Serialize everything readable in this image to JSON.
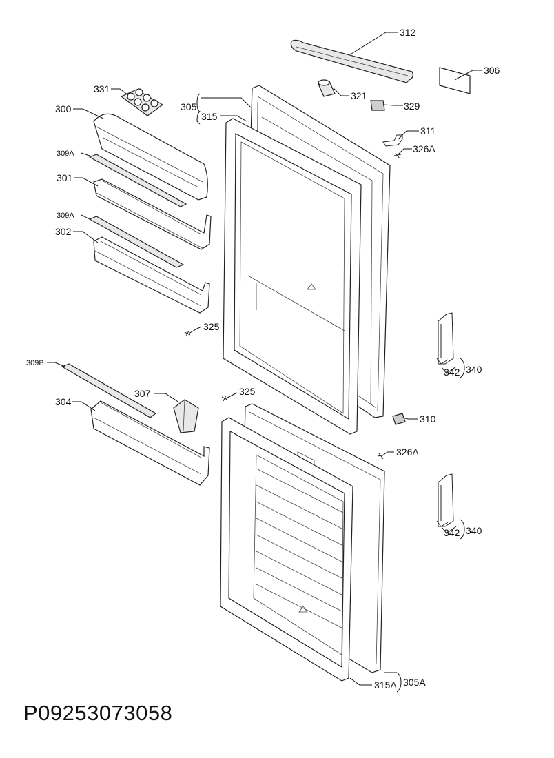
{
  "document_code": "P09253073058",
  "parts": {
    "p312": "312",
    "p306": "306",
    "p321": "321",
    "p329": "329",
    "p311": "311",
    "p326a_top": "326A",
    "p331": "331",
    "p305": "305",
    "p315": "315",
    "p300": "300",
    "p309a_1": "309A",
    "p301": "301",
    "p309a_2": "309A",
    "p302": "302",
    "p325_top": "325",
    "p309b": "309B",
    "p307": "307",
    "p325_mid": "325",
    "p304": "304",
    "p310": "310",
    "p326a_bot": "326A",
    "p342_top": "342",
    "p340_top": "340",
    "p342_bot": "342",
    "p340_bot": "340",
    "p315a": "315A",
    "p305a": "305A"
  },
  "colors": {
    "line": "#222222",
    "fill_light": "#e8e8e8",
    "fill_mid": "#cfcfcf",
    "background": "#ffffff"
  }
}
